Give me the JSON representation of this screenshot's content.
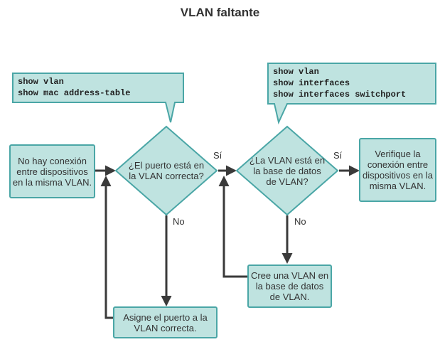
{
  "title": "VLAN faltante",
  "callout_left": [
    "show vlan",
    "show mac address-table"
  ],
  "callout_right": [
    "show vlan",
    "show interfaces",
    "show interfaces switchport"
  ],
  "start_box": "No hay conexión entre dispositivos en la misma VLAN.",
  "decision1": "¿El puerto está en la VLAN correcta?",
  "decision2": "¿La VLAN está en la base de datos de VLAN?",
  "end_box": "Verifique la conexión entre dispositivos en la misma VLAN.",
  "assign_box": "Asigne el puerto a la VLAN correcta.",
  "create_box": "Cree una VLAN en la base de datos de VLAN.",
  "labels": {
    "yes1": "Sí",
    "yes2": "Sí",
    "no1": "No",
    "no2": "No"
  },
  "colors": {
    "fill": "#bfe3e0",
    "stroke": "#4aa6a6",
    "arrow": "#3a3a3a"
  }
}
